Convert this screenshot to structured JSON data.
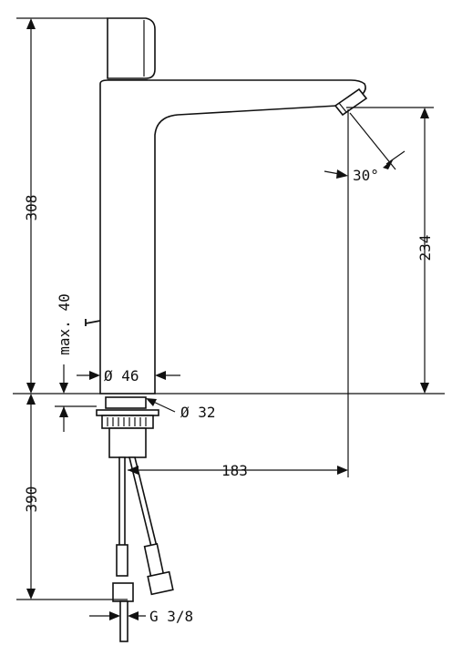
{
  "dimensions": {
    "overall_height": "308",
    "spout_height": "234",
    "below_deck": "390",
    "spray_angle": "30°",
    "body_diameter": "Ø 46",
    "mounting_hole": "Ø 32",
    "reach": "183",
    "max_deck": "max. 40",
    "connection": "G 3/8"
  },
  "colors": {
    "line": "#111111",
    "background": "#ffffff"
  }
}
